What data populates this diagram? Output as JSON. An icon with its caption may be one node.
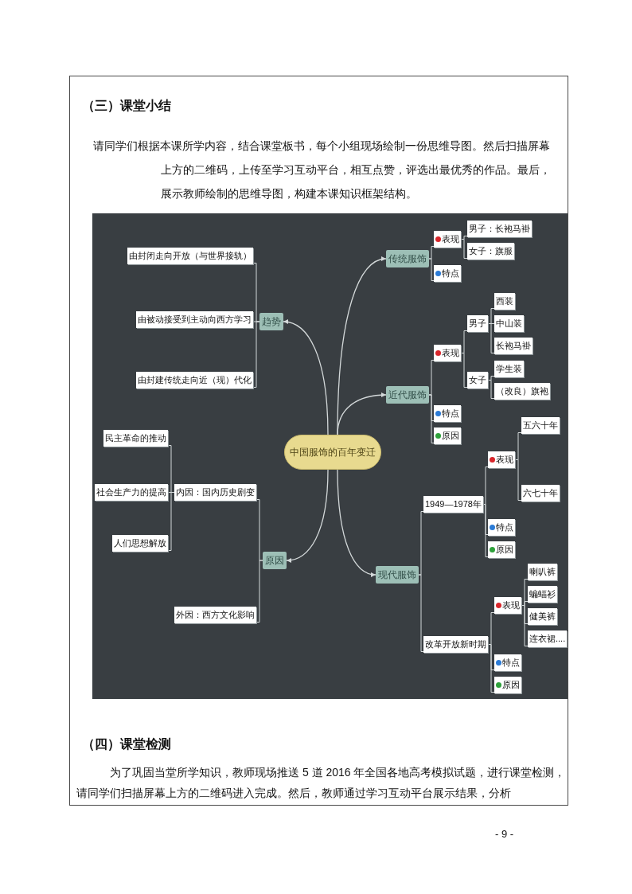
{
  "diagram": {
    "title": "（三）课堂小结",
    "nodes": [
      {
        "text": [
          "中国服饰的百年变迁"
        ]
      },
      {
        "text": [
          "趋势"
        ]
      },
      {
        "text": [
          "由封闭走向开放（与世界接轨）"
        ]
      },
      {
        "text": [
          "由被动接受到主动向西方学习"
        ]
      },
      {
        "text": [
          "由封建传统走向近（现）代化"
        ]
      },
      {
        "text": [
          "原因"
        ]
      },
      {
        "text": [
          "内因：国内历史剧变"
        ]
      },
      {
        "text": [
          "民主革命的推动"
        ]
      },
      {
        "text": [
          "社会生产力的提高"
        ]
      },
      {
        "text": [
          "人们思想解放"
        ]
      },
      {
        "text": [
          "外因：西方文化影响"
        ]
      },
      {
        "text": [
          "传统服饰"
        ]
      },
      {
        "text": [
          "表现"
        ]
      },
      {
        "text": [
          "男子：长袍马褂"
        ]
      },
      {
        "text": [
          "女子：旗服"
        ]
      },
      {
        "text": [
          "特点"
        ]
      },
      {
        "text": [
          "近代服饰"
        ]
      },
      {
        "text": [
          "表现"
        ]
      },
      {
        "text": [
          "男子"
        ]
      },
      {
        "text": [
          "西装"
        ]
      },
      {
        "text": [
          "中山装"
        ]
      },
      {
        "text": [
          "长袍马褂"
        ]
      },
      {
        "text": [
          "女子"
        ]
      },
      {
        "text": [
          "学生装"
        ]
      },
      {
        "text": [
          "（改良）旗袍"
        ]
      },
      {
        "text": [
          "特点"
        ]
      },
      {
        "text": [
          "原因"
        ]
      },
      {
        "text": [
          "现代服饰"
        ]
      },
      {
        "text": [
          "1949—1978年"
        ]
      },
      {
        "text": [
          "表现"
        ]
      },
      {
        "text": [
          "五六十年"
        ]
      },
      {
        "text": [
          "六七十年"
        ]
      },
      {
        "text": [
          "特点"
        ]
      },
      {
        "text": [
          "原因"
        ]
      },
      {
        "text": [
          "改革开放新时期"
        ]
      },
      {
        "text": [
          "表现"
        ]
      },
      {
        "text": [
          "喇叭裤"
        ]
      },
      {
        "text": [
          "蝙蝠衫"
        ]
      },
      {
        "text": [
          "健美裤"
        ]
      },
      {
        "text": [
          "连衣裙...."
        ]
      },
      {
        "text": [
          "特点"
        ]
      },
      {
        "text": [
          "原因"
        ]
      }
    ],
    "edges": [
      {
        "from": 0,
        "to": 1,
        "arrow": "to"
      },
      {
        "from": 1,
        "to": 2,
        "arrow": "none"
      },
      {
        "from": 1,
        "to": 3,
        "arrow": "none"
      },
      {
        "from": 1,
        "to": 4,
        "arrow": "none"
      },
      {
        "from": 0,
        "to": 5,
        "arrow": "to"
      },
      {
        "from": 5,
        "to": 6,
        "arrow": "none"
      },
      {
        "from": 6,
        "to": 7,
        "arrow": "none"
      },
      {
        "from": 6,
        "to": 8,
        "arrow": "none"
      },
      {
        "from": 6,
        "to": 9,
        "arrow": "none"
      },
      {
        "from": 5,
        "to": 10,
        "arrow": "none"
      },
      {
        "from": 0,
        "to": 11,
        "arrow": "to"
      },
      {
        "from": 11,
        "to": 12,
        "arrow": "none"
      },
      {
        "from": 12,
        "to": 13,
        "arrow": "none"
      },
      {
        "from": 12,
        "to": 14,
        "arrow": "none"
      },
      {
        "from": 11,
        "to": 15,
        "arrow": "none"
      },
      {
        "from": 0,
        "to": 16,
        "arrow": "to"
      },
      {
        "from": 16,
        "to": 17,
        "arrow": "none"
      },
      {
        "from": 17,
        "to": 18,
        "arrow": "none"
      },
      {
        "from": 18,
        "to": 19,
        "arrow": "none"
      },
      {
        "from": 18,
        "to": 20,
        "arrow": "none"
      },
      {
        "from": 18,
        "to": 21,
        "arrow": "none"
      },
      {
        "from": 17,
        "to": 22,
        "arrow": "none"
      },
      {
        "from": 22,
        "to": 23,
        "arrow": "none"
      },
      {
        "from": 22,
        "to": 24,
        "arrow": "none"
      },
      {
        "from": 16,
        "to": 25,
        "arrow": "none"
      },
      {
        "from": 16,
        "to": 26,
        "arrow": "none"
      },
      {
        "from": 0,
        "to": 27,
        "arrow": "to"
      },
      {
        "from": 27,
        "to": 28,
        "arrow": "none"
      },
      {
        "from": 28,
        "to": 29,
        "arrow": "none"
      },
      {
        "from": 29,
        "to": 30,
        "arrow": "none"
      },
      {
        "from": 29,
        "to": 31,
        "arrow": "none"
      },
      {
        "from": 28,
        "to": 32,
        "arrow": "none"
      },
      {
        "from": 28,
        "to": 33,
        "arrow": "none"
      },
      {
        "from": 27,
        "to": 34,
        "arrow": "none"
      },
      {
        "from": 34,
        "to": 35,
        "arrow": "none"
      },
      {
        "from": 35,
        "to": 36,
        "arrow": "none"
      },
      {
        "from": 35,
        "to": 37,
        "arrow": "none"
      },
      {
        "from": 35,
        "to": 38,
        "arrow": "none"
      },
      {
        "from": 35,
        "to": 39,
        "arrow": "none"
      },
      {
        "from": 34,
        "to": 40,
        "arrow": "none"
      },
      {
        "from": 34,
        "to": 41,
        "arrow": "none"
      }
    ],
    "labels": [
      "请同学们根据本课所学内容，结合课堂板书，每个小组现场绘制一份思维导图。然后扫描屏幕上方的二维码，上传至学习互动平台，相互点赞，评选出最优秀的作品。最后，展示教师绘制的思维导图，构建本课知识框架结构。",
      "（四）课堂检测",
      "为了巩固当堂所学知识，教师现场推送 5 道 2016 年全国各地高考模拟试题，进行课堂检测，请同学们扫描屏幕上方的二维码进入完成。然后，教师通过学习互动平台展示结果，分析",
      "- 9 -"
    ]
  }
}
